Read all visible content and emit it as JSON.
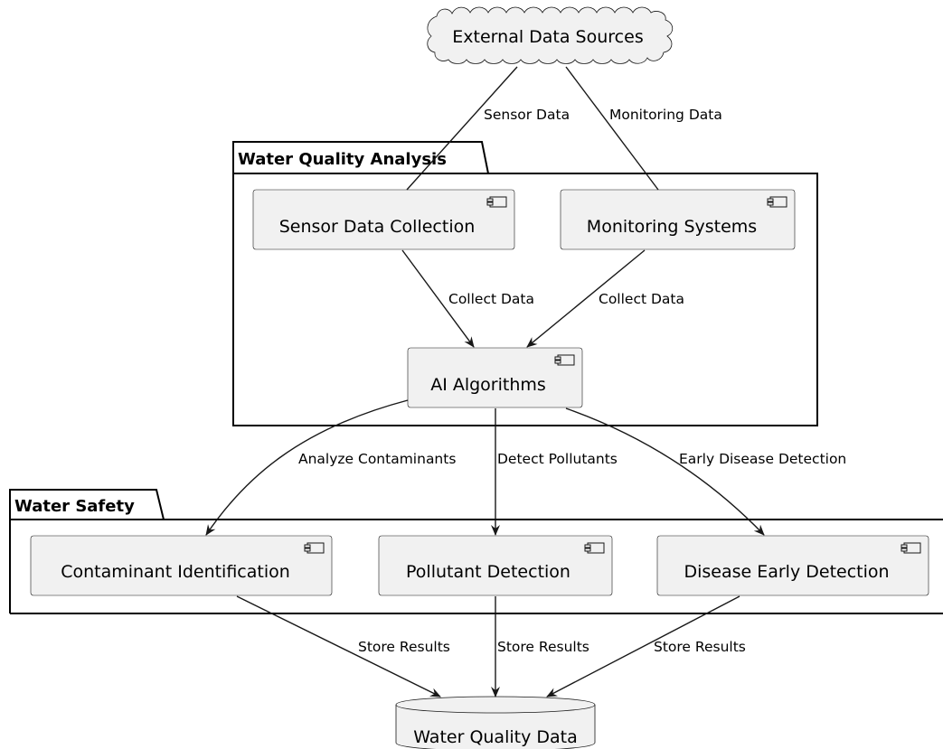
{
  "cloud": {
    "label": "External Data Sources"
  },
  "packages": {
    "analysis": {
      "title": "Water Quality Analysis"
    },
    "safety": {
      "title": "Water Safety"
    }
  },
  "components": {
    "sensor": {
      "label": "Sensor Data Collection"
    },
    "monitoring": {
      "label": "Monitoring Systems"
    },
    "ai": {
      "label": "AI Algorithms"
    },
    "contaminant": {
      "label": "Contaminant Identification"
    },
    "pollutant": {
      "label": "Pollutant Detection"
    },
    "disease": {
      "label": "Disease Early Detection"
    }
  },
  "database": {
    "label": "Water Quality Data"
  },
  "edges": {
    "sensor_data": "Sensor Data",
    "monitoring_data": "Monitoring Data",
    "collect_sensor": "Collect Data",
    "collect_monitoring": "Collect Data",
    "analyze": "Analyze Contaminants",
    "detect": "Detect Pollutants",
    "early": "Early Disease Detection",
    "store_contaminant": "Store Results",
    "store_pollutant": "Store Results",
    "store_disease": "Store Results"
  }
}
